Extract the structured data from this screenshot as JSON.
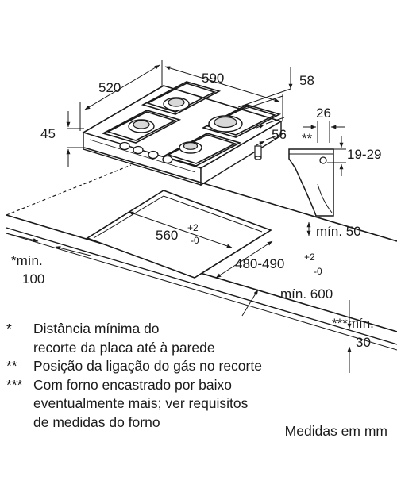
{
  "dimensions": {
    "hob_depth": "520",
    "hob_width": "590",
    "rear_offset": "58",
    "hob_height": "45",
    "gas_pos_depth": "56",
    "gas_conn_width": "26",
    "gas_conn_marker": "**",
    "gas_conn_height": "19-29",
    "worktop_min_thickness": "mín. 50",
    "cutout_width": "560",
    "cutout_width_tol_plus": "+2",
    "cutout_width_tol_minus": "-0",
    "cutout_depth": "480-490",
    "cutout_depth_tol_plus": "+2",
    "cutout_depth_tol_minus": "-0",
    "min_worktop_depth": "mín. 600",
    "min_wall_distance_prefix": "*mín.",
    "min_wall_distance_value": "100",
    "min_front_distance_prefix": "***mín.",
    "min_front_distance_value": "30"
  },
  "legend": [
    {
      "mark": "*",
      "lines": [
        "Distância mínima do",
        "recorte da placa até à parede"
      ]
    },
    {
      "mark": "**",
      "lines": [
        "Posição da ligação do gás no recorte"
      ]
    },
    {
      "mark": "***",
      "lines": [
        "Com forno encastrado por baixo",
        "eventualmente mais; ver requisitos",
        "de medidas do forno"
      ]
    }
  ],
  "units_note": "Medidas em mm"
}
